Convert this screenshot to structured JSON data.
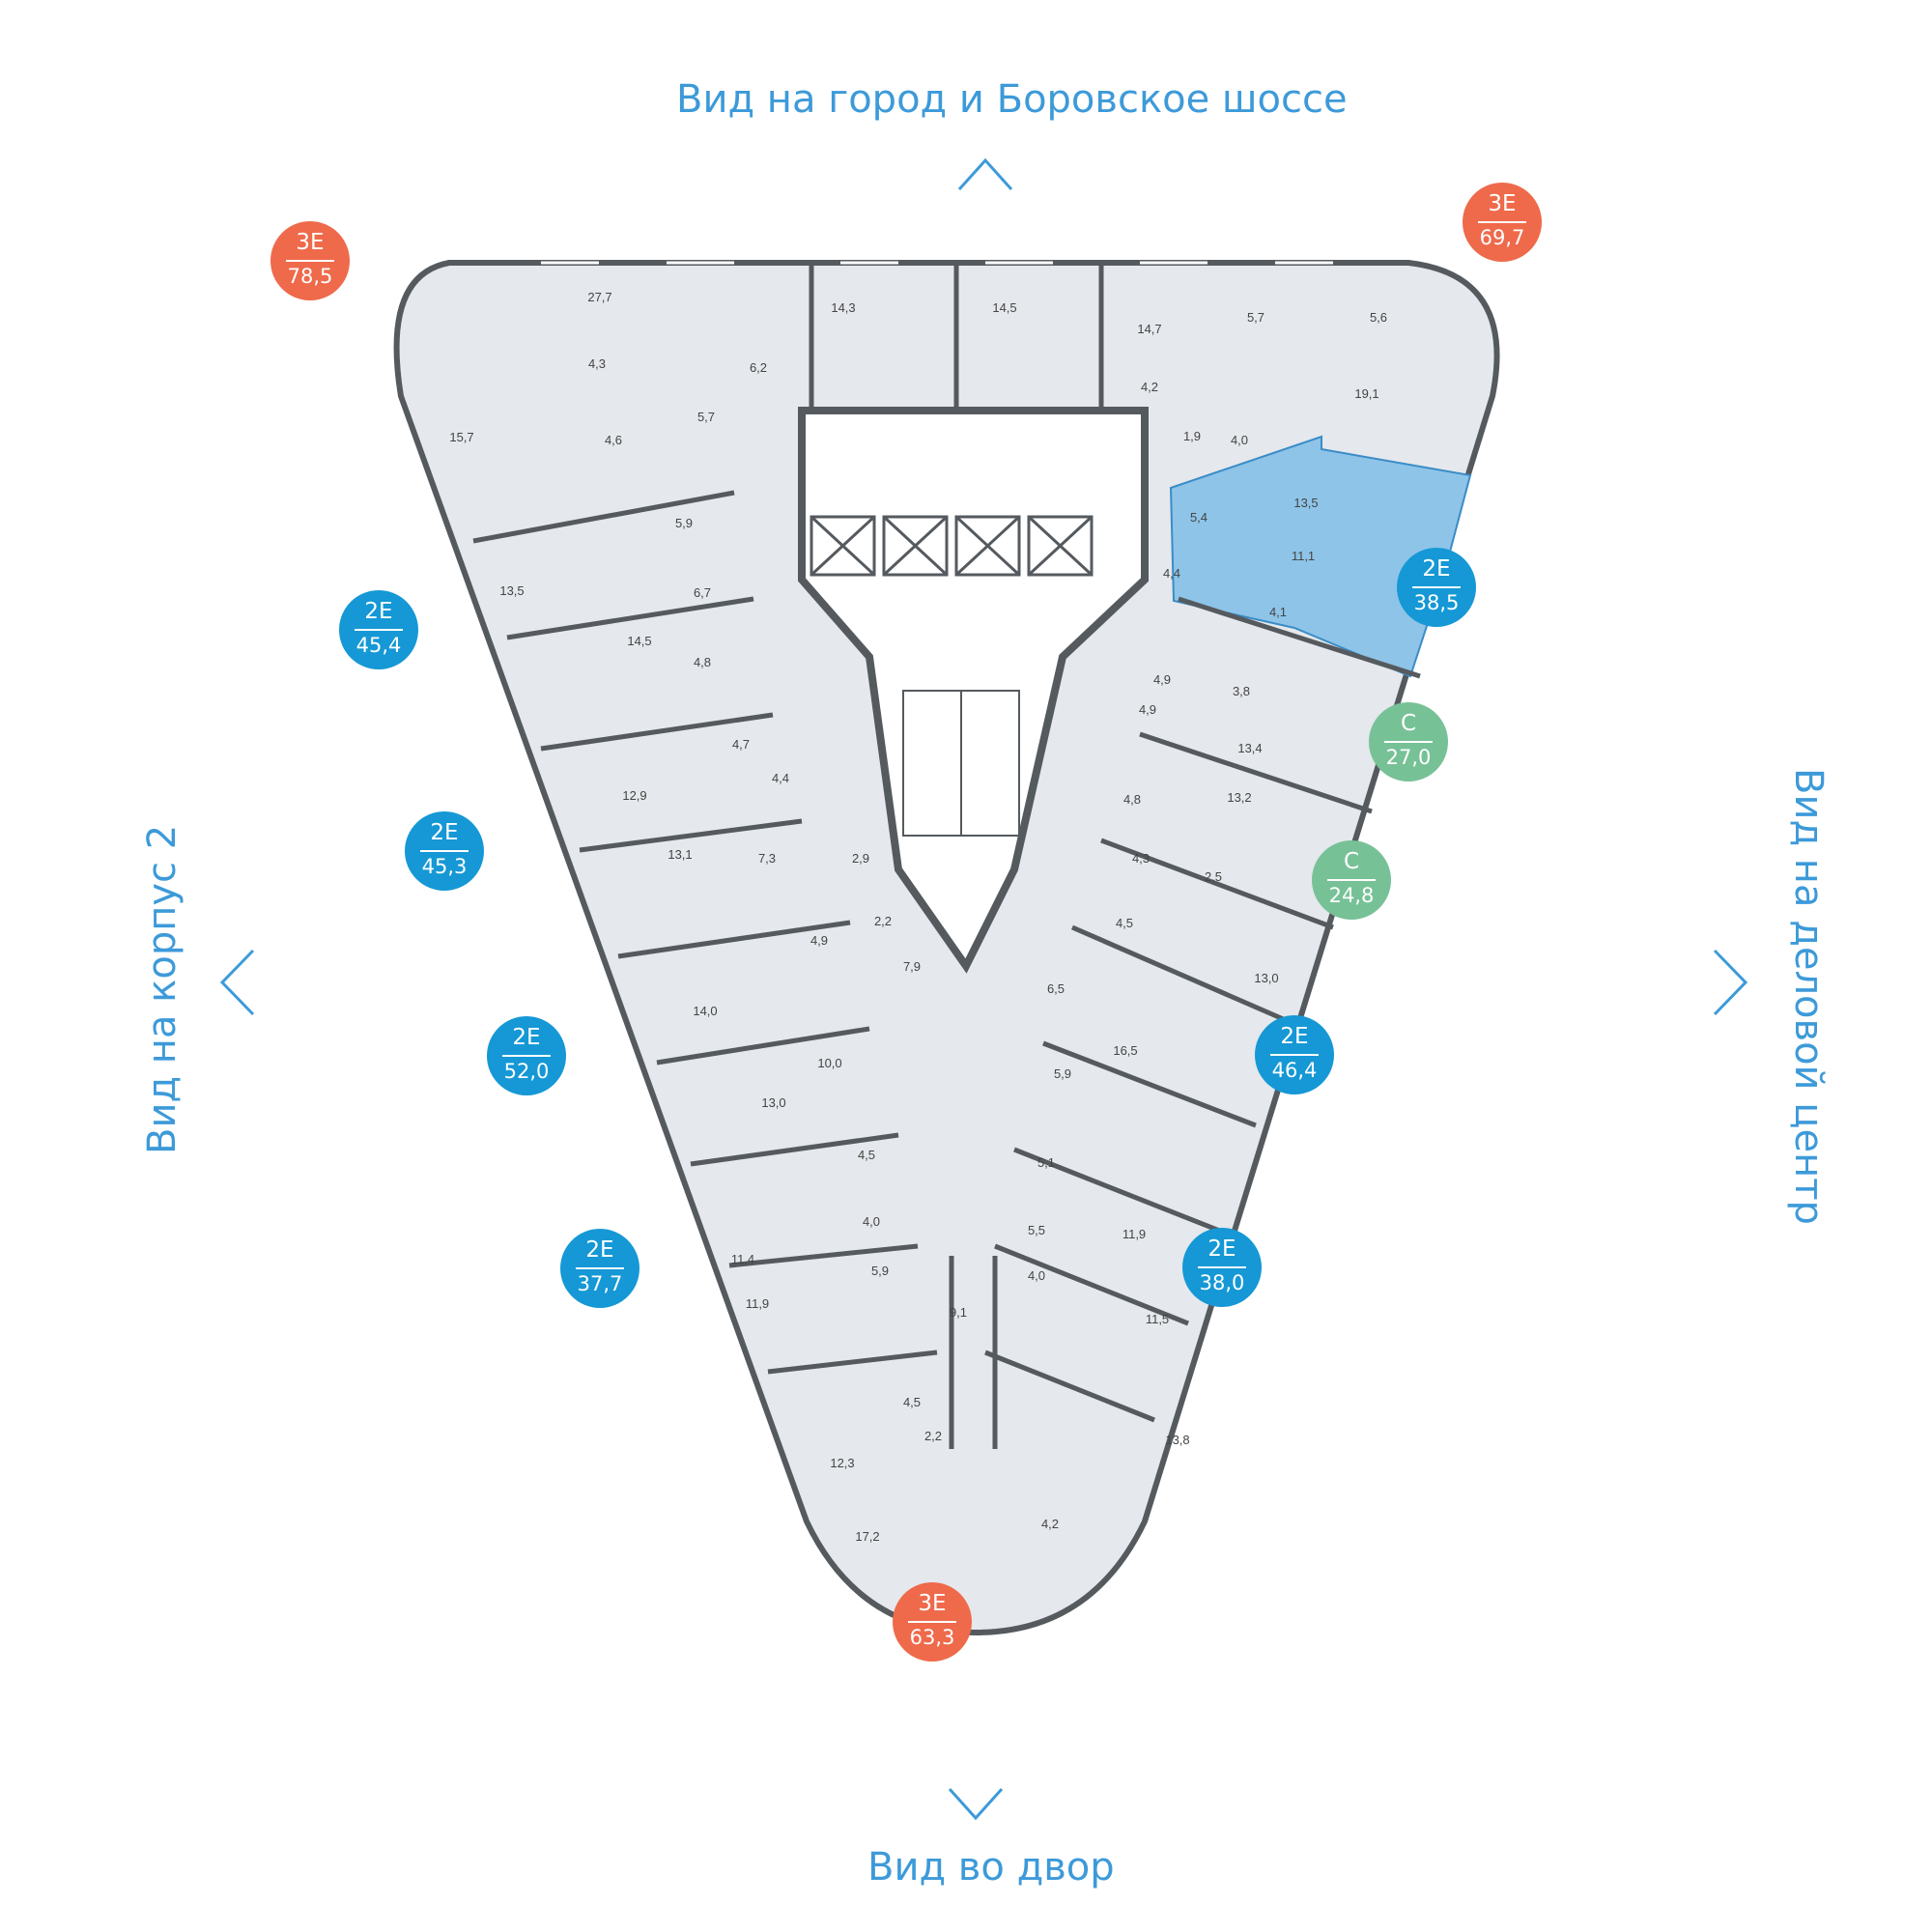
{
  "views": {
    "top": "Вид на город и Боровское шоссе",
    "bottom": "Вид во двор",
    "left": "Вид на корпус 2",
    "right": "Вид на деловой центр"
  },
  "colors": {
    "accent": "#3d9ad9",
    "badge_3e": "#ee6a4b",
    "badge_2e": "#1598d5",
    "badge_c": "#77c197",
    "selected": "#8ec4e8",
    "floor": "#e5e8ec",
    "wall": "#555a5f"
  },
  "icons": [
    "chevron-up-icon",
    "chevron-down-icon",
    "chevron-left-icon",
    "chevron-right-icon"
  ],
  "badges": [
    {
      "type": "3E",
      "area": "78,5"
    },
    {
      "type": "3E",
      "area": "69,7"
    },
    {
      "type": "2E",
      "area": "45,4"
    },
    {
      "type": "2E",
      "area": "38,5"
    },
    {
      "type": "С",
      "area": "27,0"
    },
    {
      "type": "2E",
      "area": "45,3"
    },
    {
      "type": "С",
      "area": "24,8"
    },
    {
      "type": "2E",
      "area": "52,0"
    },
    {
      "type": "2E",
      "area": "46,4"
    },
    {
      "type": "2E",
      "area": "37,7"
    },
    {
      "type": "2E",
      "area": "38,0"
    },
    {
      "type": "3E",
      "area": "63,3"
    }
  ],
  "room_areas": [
    "27,7",
    "14,3",
    "14,5",
    "14,7",
    "5,7",
    "5,6",
    "4,3",
    "6,2",
    "4,2",
    "19,1",
    "5,7",
    "15,7",
    "4,6",
    "1,9",
    "4,0",
    "5,4",
    "13,5",
    "5,9",
    "11,1",
    "13,5",
    "4,4",
    "6,7",
    "4,1",
    "14,5",
    "4,8",
    "4,9",
    "3,8",
    "4,9",
    "4,7",
    "13,4",
    "4,4",
    "12,9",
    "4,8",
    "13,2",
    "13,1",
    "7,3",
    "2,9",
    "4,3",
    "2,5",
    "2,2",
    "4,5",
    "4,9",
    "7,9",
    "6,5",
    "13,0",
    "14,0",
    "16,5",
    "10,0",
    "5,9",
    "13,0",
    "5,1",
    "4,5",
    "4,0",
    "5,5",
    "11,9",
    "11,4",
    "5,9",
    "4,0",
    "11,9",
    "9,1",
    "11,5",
    "4,5",
    "2,2",
    "13,8",
    "12,3",
    "4,2",
    "17,2"
  ]
}
